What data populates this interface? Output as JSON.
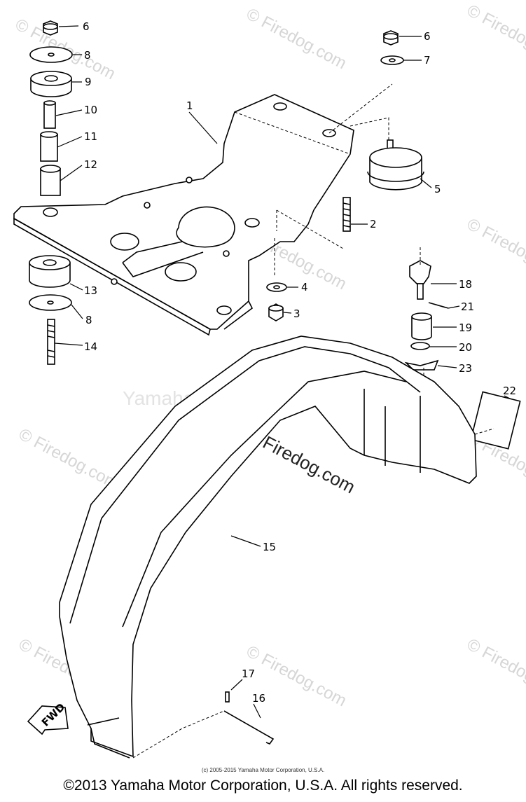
{
  "watermarks": {
    "corner": "© Firedog.com",
    "center": "Yamaha Motor Corp., U.S.A.",
    "mid": "© Firedog.com"
  },
  "part_labels": [
    {
      "id": "6a",
      "text": "6"
    },
    {
      "id": "8a",
      "text": "8"
    },
    {
      "id": "9",
      "text": "9"
    },
    {
      "id": "10",
      "text": "10"
    },
    {
      "id": "11",
      "text": "11"
    },
    {
      "id": "12",
      "text": "12"
    },
    {
      "id": "1",
      "text": "1"
    },
    {
      "id": "6b",
      "text": "6"
    },
    {
      "id": "7",
      "text": "7"
    },
    {
      "id": "5",
      "text": "5"
    },
    {
      "id": "2",
      "text": "2"
    },
    {
      "id": "4",
      "text": "4"
    },
    {
      "id": "3",
      "text": "3"
    },
    {
      "id": "13",
      "text": "13"
    },
    {
      "id": "8b",
      "text": "8"
    },
    {
      "id": "14",
      "text": "14"
    },
    {
      "id": "18",
      "text": "18"
    },
    {
      "id": "21",
      "text": "21"
    },
    {
      "id": "19",
      "text": "19"
    },
    {
      "id": "20",
      "text": "20"
    },
    {
      "id": "23",
      "text": "23"
    },
    {
      "id": "22",
      "text": "22"
    },
    {
      "id": "15",
      "text": "15"
    },
    {
      "id": "17",
      "text": "17"
    },
    {
      "id": "16",
      "text": "16"
    }
  ],
  "fwd_label": "FWD",
  "small_copyright": "(c) 2005-2015 Yamaha Motor Corporation, U.S.A.",
  "footer": "©2013 Yamaha Motor Corporation, U.S.A. All rights reserved."
}
